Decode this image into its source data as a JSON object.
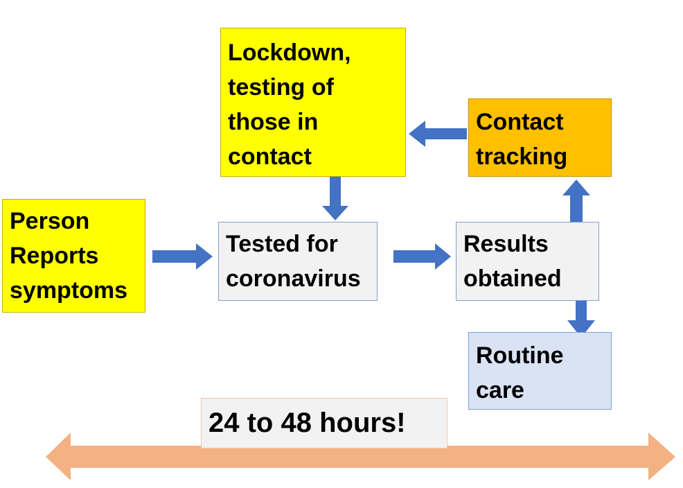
{
  "boxes": {
    "lockdown": {
      "lines": [
        "Lockdown,",
        "testing of",
        "those in",
        "contact"
      ]
    },
    "contact_tracking": {
      "lines": [
        "Contact",
        "tracking"
      ]
    },
    "person": {
      "lines": [
        "Person",
        "Reports",
        "symptoms"
      ]
    },
    "tested": {
      "lines": [
        "Tested for",
        "coronavirus"
      ]
    },
    "results": {
      "lines": [
        "Results",
        "obtained"
      ]
    },
    "routine": {
      "lines": [
        "Routine",
        "care"
      ]
    }
  },
  "timeline": {
    "label": "24 to 48 hours!"
  },
  "colors": {
    "yellow": "#ffff00",
    "orange": "#ffc000",
    "gray_box": "#f2f2f2",
    "light_blue_box": "#dae3f3",
    "arrow_blue": "#4472c4",
    "timeline_arrow": "#f4b183"
  }
}
